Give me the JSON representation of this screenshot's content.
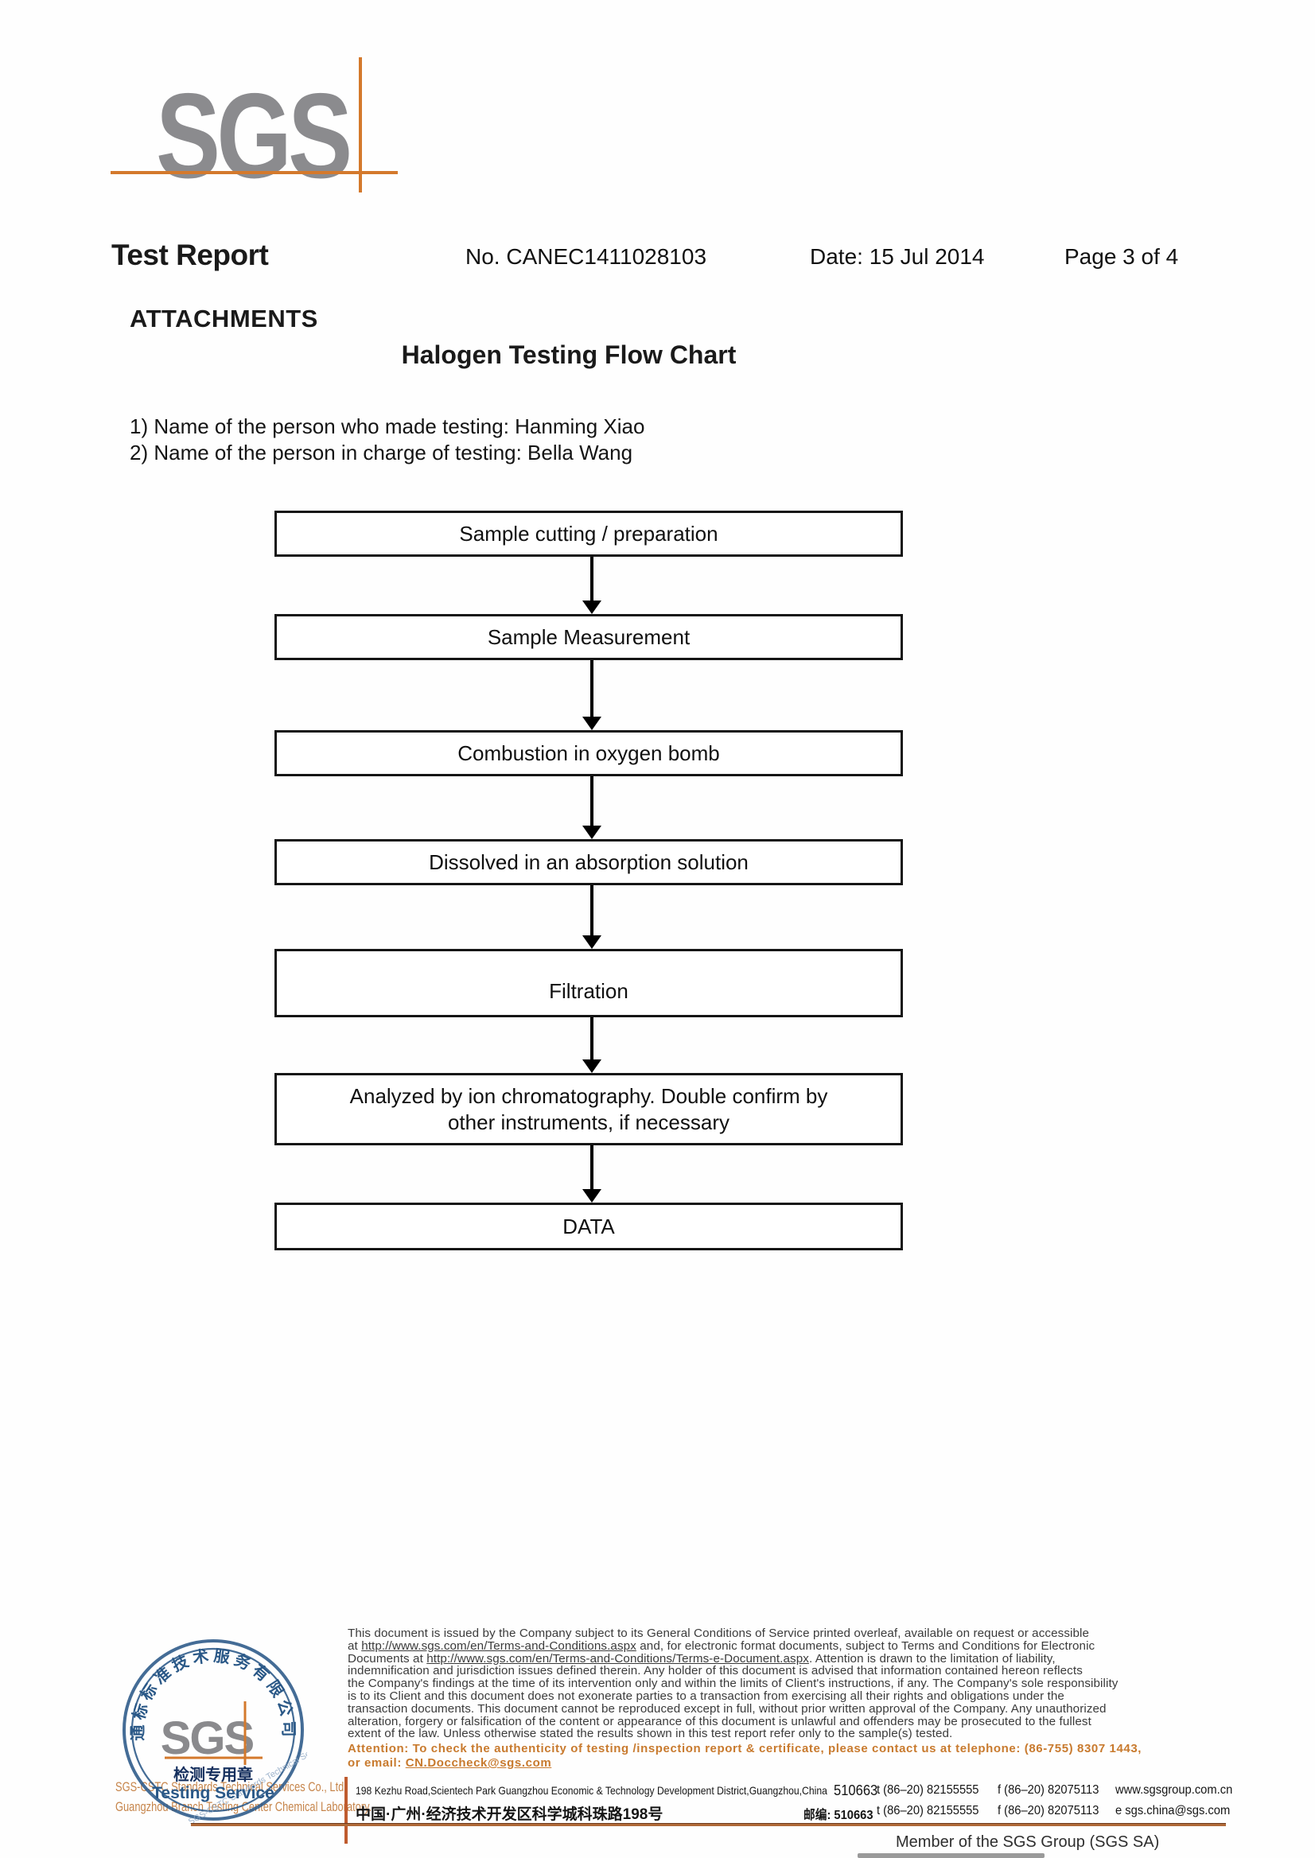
{
  "logo": {
    "text": "SGS"
  },
  "header": {
    "title": "Test Report",
    "report_no": "No. CANEC1411028103",
    "date": "Date: 15 Jul 2014",
    "page": "Page 3 of 4"
  },
  "attachments": {
    "heading": "ATTACHMENTS",
    "chart_title": "Halogen Testing Flow Chart",
    "note1": "1) Name of the person who made testing:  Hanming Xiao",
    "note2": "2) Name of the person in charge of testing:  Bella Wang"
  },
  "flowchart": {
    "steps": [
      "Sample cutting / preparation",
      "Sample Measurement",
      "Combustion in oxygen bomb",
      "Dissolved in an absorption solution",
      "Filtration",
      "Analyzed by ion chromatography. Double confirm by other instruments, if necessary",
      "DATA"
    ]
  },
  "stamp": {
    "arc_text": "通标标准技术服务有限公司",
    "sgs": "SGS",
    "seal_text": "检测专用章",
    "service_text": "Testing Service",
    "watermark": "SGS-CSTC Standards Technical Services Ltd."
  },
  "company": {
    "line1": "SGS-CSTC Standards Technical Services Co., Ltd.",
    "line2": "Guangzhou Branch Testing Center Chemical Laboratory."
  },
  "legal": {
    "l1": "This document is issued by the Company subject to its General Conditions of Service printed overleaf, available on request or accessible",
    "l2a": "at ",
    "l2b": "http://www.sgs.com/en/Terms-and-Conditions.aspx",
    "l2c": " and, for electronic format documents, subject to Terms and Conditions for Electronic",
    "l3a": "Documents at ",
    "l3b": "http://www.sgs.com/en/Terms-and-Conditions/Terms-e-Document.aspx",
    "l3c": ". Attention is drawn to the limitation of liability,",
    "l4": "indemnification and jurisdiction issues defined therein. Any holder of this document is advised that information contained hereon reflects",
    "l5": "the Company's findings at the time of its intervention only and within the limits of Client's instructions, if any. The Company's sole responsibility",
    "l6": "is to its Client and this document does not exonerate parties to a transaction from exercising all their rights and obligations under the",
    "l7": "transaction documents. This document cannot be reproduced except in full, without prior written approval of the Company. Any unauthorized",
    "l8": "alteration, forgery or falsification of the content or appearance of this document is unlawful and offenders may be prosecuted to the fullest",
    "l9": "extent of the law. Unless otherwise stated the results shown in this test report refer only to the sample(s) tested.",
    "attention1": "Attention: To check the authenticity of testing /inspection report & certificate, please contact us at telephone: (86-755) 8307 1443,",
    "attention2a": "or email: ",
    "attention2b": "CN.Doccheck@sgs.com"
  },
  "address": {
    "en": "198 Kezhu Road,Scientech Park Guangzhou Economic & Technology Development District,Guangzhou,China",
    "en_zip": "510663",
    "en_tel": "t (86–20) 82155555",
    "en_fax": "f (86–20) 82075113",
    "en_web": "www.sgsgroup.com.cn",
    "cn": "中国·广州·经济技术开发区科学城科珠路198号",
    "cn_zip": "邮编: 510663",
    "cn_tel": "t (86–20) 82155555",
    "cn_fax": "f (86–20) 82075113",
    "cn_email": "e  sgs.china@sgs.com"
  },
  "footer": {
    "member": "Member of the SGS Group (SGS SA)"
  },
  "colors": {
    "accent_orange": "#d4792c",
    "stamp_blue": "#2a5887",
    "logo_gray": "#8b8b8e",
    "attention_orange": "#c87a2e"
  }
}
